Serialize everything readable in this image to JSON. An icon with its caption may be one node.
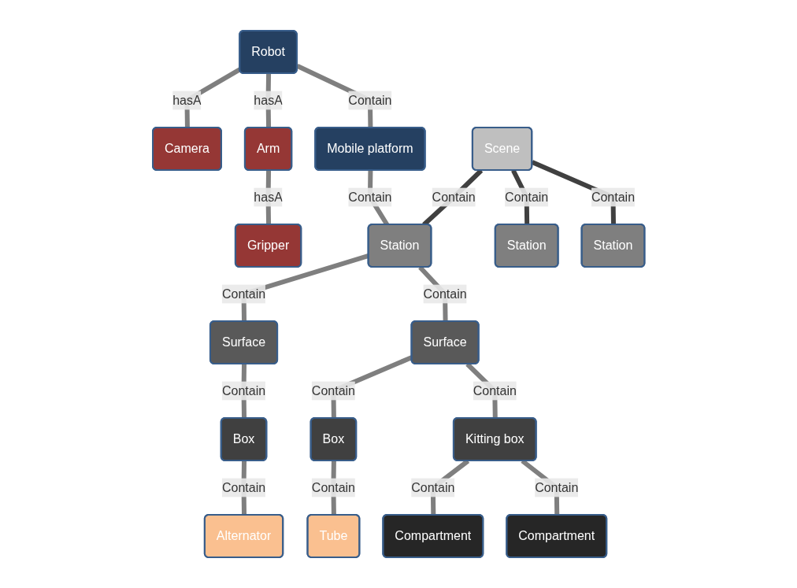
{
  "diagram": {
    "nodes": [
      {
        "text": [
          "Camera"
        ]
      },
      {
        "text": [
          "Robot"
        ]
      },
      {
        "text": [
          "Mobile platform"
        ]
      },
      {
        "text": [
          "Arm"
        ]
      },
      {
        "text": [
          "Gripper"
        ]
      },
      {
        "text": [
          "Scene"
        ]
      },
      {
        "text": [
          "Station"
        ]
      },
      {
        "text": [
          "Station"
        ]
      },
      {
        "text": [
          "Station"
        ]
      },
      {
        "text": [
          "Surface"
        ]
      },
      {
        "text": [
          "Surface"
        ]
      },
      {
        "text": [
          "Box"
        ]
      },
      {
        "text": [
          "Box"
        ]
      },
      {
        "text": [
          "Kitting box"
        ]
      },
      {
        "text": [
          "Alternator"
        ]
      },
      {
        "text": [
          "Tube"
        ]
      },
      {
        "text": [
          "Compartment"
        ]
      },
      {
        "text": [
          "Compartment"
        ]
      }
    ],
    "edges": [
      {
        "from": 1,
        "to": 0,
        "arrow": "none",
        "label": "hasA"
      },
      {
        "from": 1,
        "to": 2,
        "arrow": "none",
        "label": "Contain"
      },
      {
        "from": 1,
        "to": 3,
        "arrow": "none",
        "label": "hasA"
      },
      {
        "from": 3,
        "to": 4,
        "arrow": "none",
        "label": "hasA"
      },
      {
        "from": 2,
        "to": 6,
        "arrow": "none",
        "label": "Contain"
      },
      {
        "from": 5,
        "to": 6,
        "arrow": "none",
        "label": "Contain",
        "color": "#404040"
      },
      {
        "from": 5,
        "to": 7,
        "arrow": "none",
        "label": "Contain",
        "color": "#404040"
      },
      {
        "from": 5,
        "to": 8,
        "arrow": "none",
        "label": "Contain",
        "color": "#404040"
      },
      {
        "from": 6,
        "to": 9,
        "arrow": "none",
        "label": "Contain"
      },
      {
        "from": 6,
        "to": 10,
        "arrow": "none",
        "label": "Contain"
      },
      {
        "from": 9,
        "to": 11,
        "arrow": "none",
        "label": "Contain"
      },
      {
        "from": 11,
        "to": 14,
        "arrow": "none",
        "label": "Contain"
      },
      {
        "from": 10,
        "to": 12,
        "arrow": "none",
        "label": "Contain"
      },
      {
        "from": 10,
        "to": 13,
        "arrow": "none",
        "label": "Contain"
      },
      {
        "from": 12,
        "to": 15,
        "arrow": "none",
        "label": "Contain"
      },
      {
        "from": 13,
        "to": 16,
        "arrow": "none",
        "label": "Contain"
      },
      {
        "from": 13,
        "to": 17,
        "arrow": "none",
        "label": "Contain"
      }
    ]
  }
}
